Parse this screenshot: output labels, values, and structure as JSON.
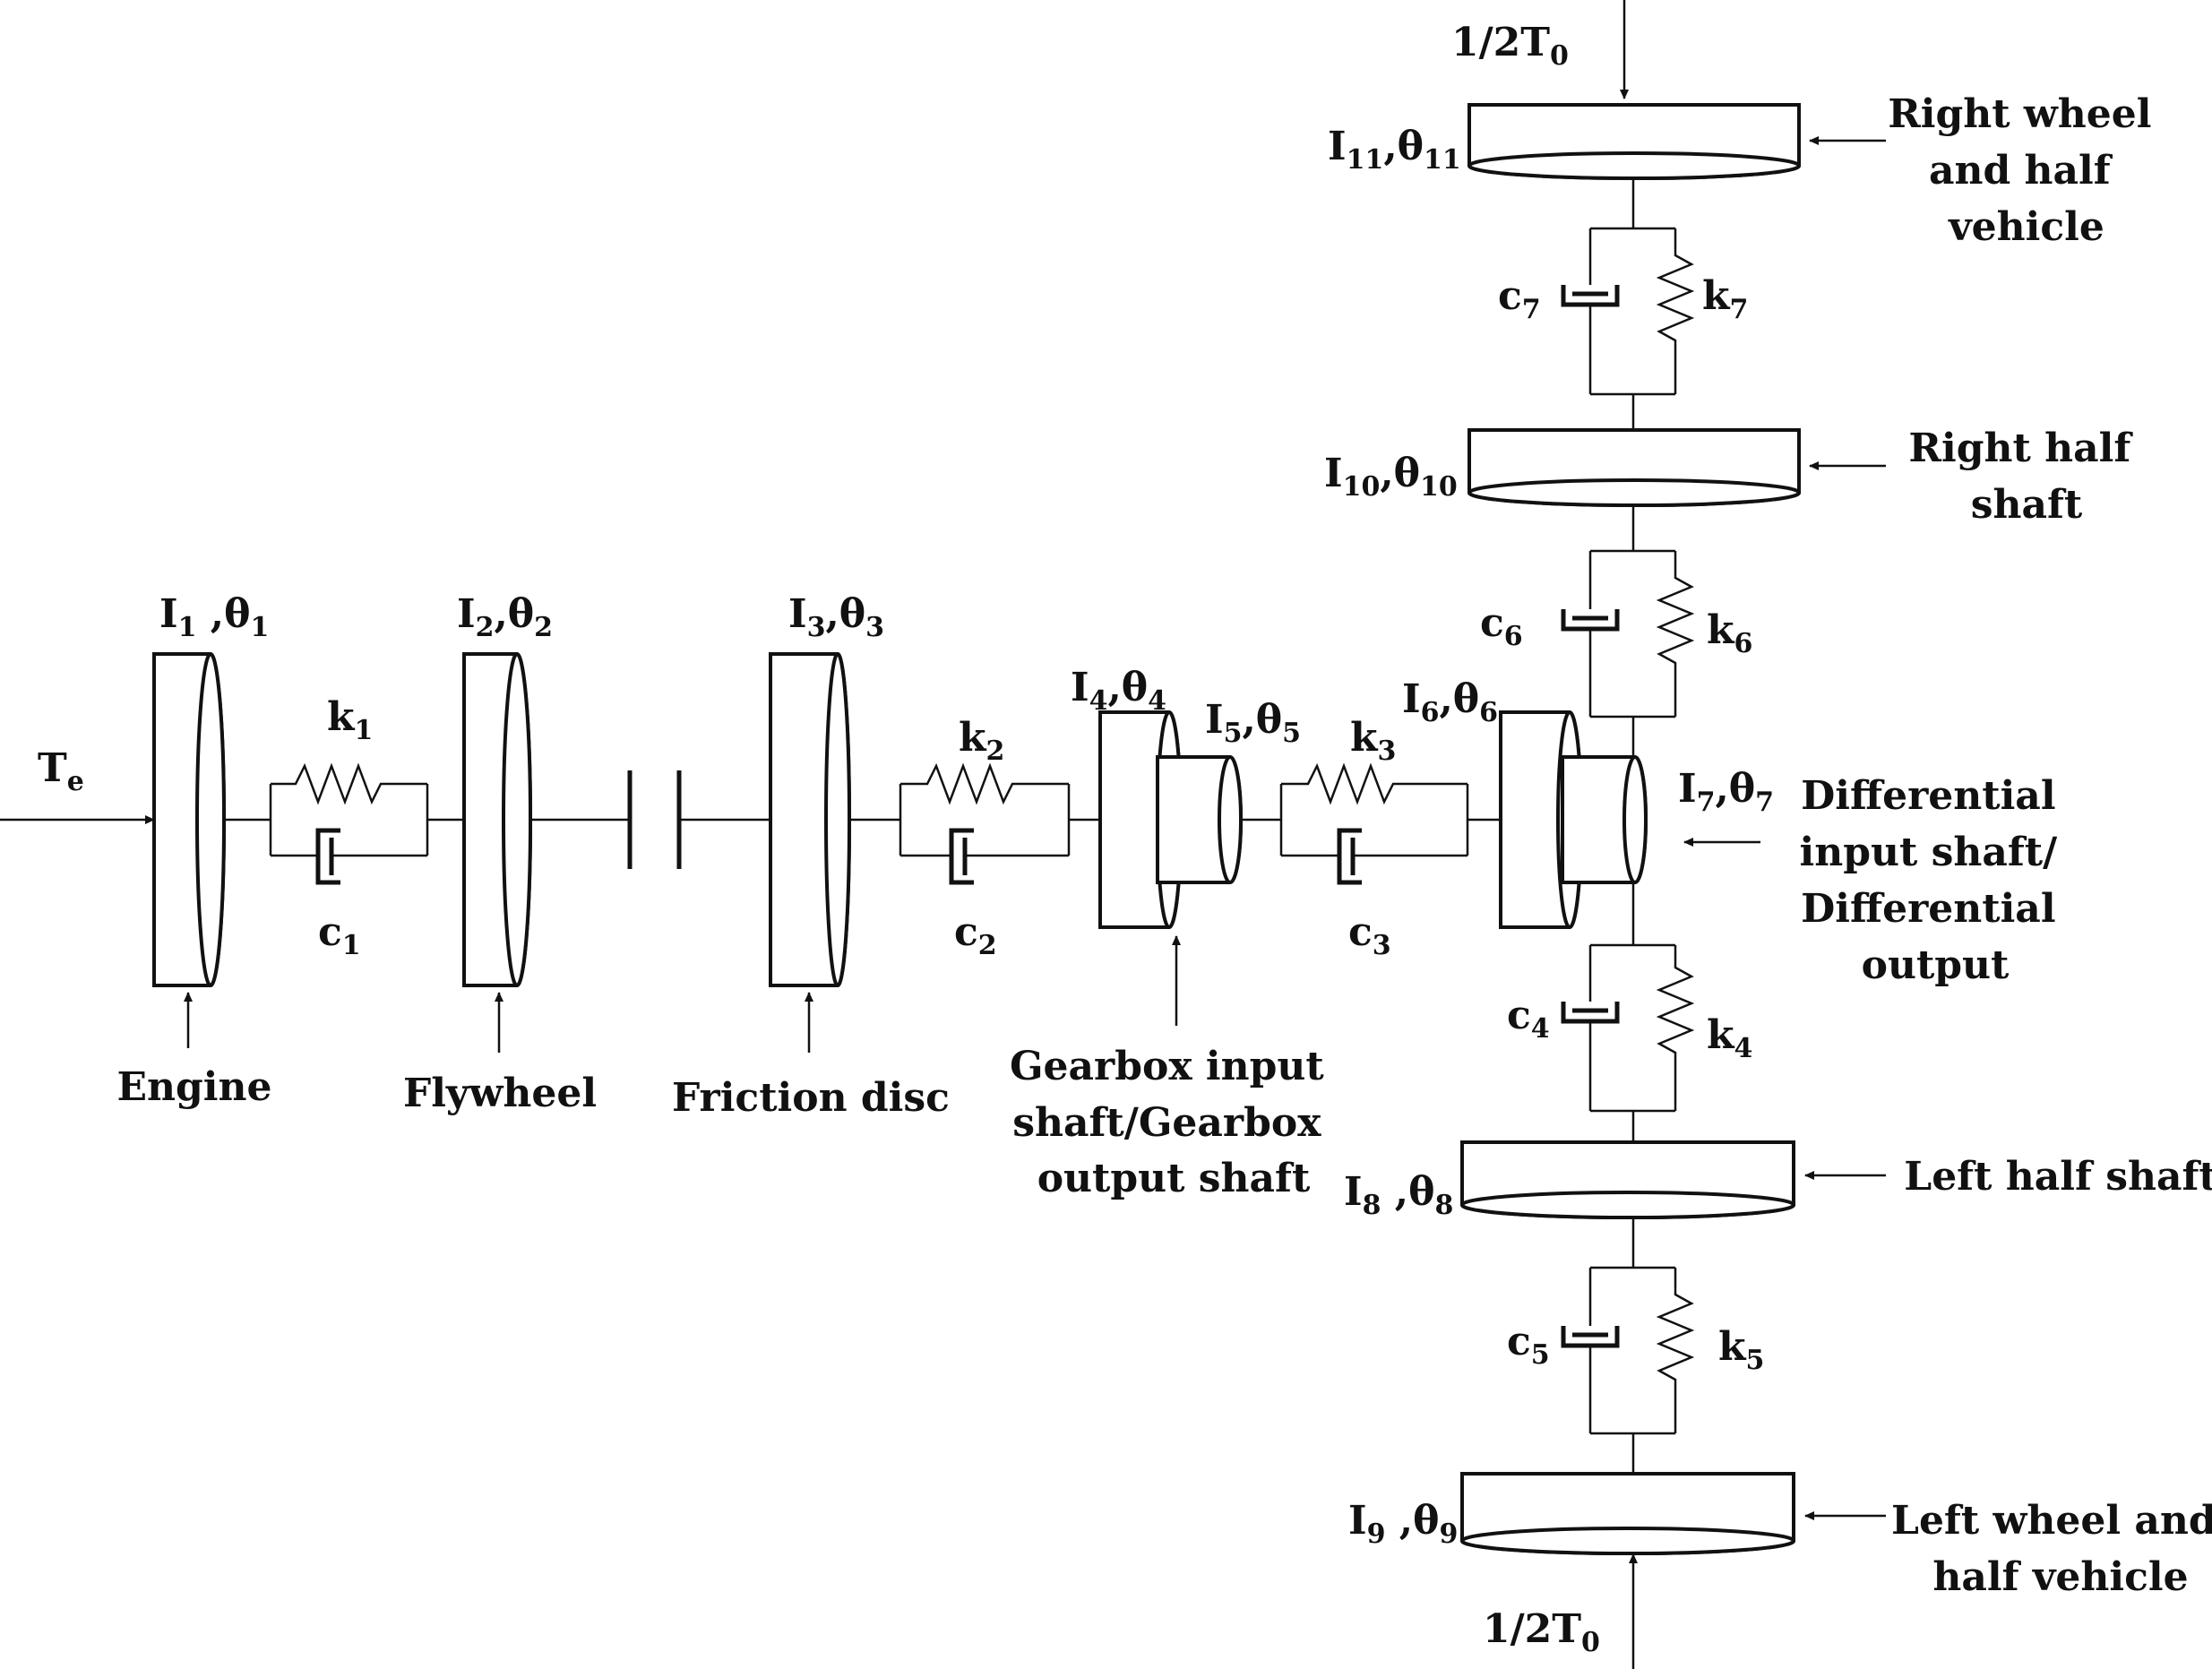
{
  "inputs": {
    "engine_torque": {
      "sym": "T",
      "sub": "e"
    },
    "top_load": {
      "pre": "1/2T",
      "sub": "0"
    },
    "bottom_load": {
      "pre": "1/2T",
      "sub": "0"
    }
  },
  "inertias": {
    "I1": {
      "a": "I",
      "as": "1",
      "b": " ,θ",
      "bs": "1"
    },
    "I2": {
      "a": "I",
      "as": "2",
      "b": ",θ",
      "bs": "2"
    },
    "I3": {
      "a": "I",
      "as": "3",
      "b": ",θ",
      "bs": "3"
    },
    "I4": {
      "a": "I",
      "as": "4",
      "b": ",θ",
      "bs": "4"
    },
    "I5": {
      "a": "I",
      "as": "5",
      "b": ",θ",
      "bs": "5"
    },
    "I6": {
      "a": "I",
      "as": "6",
      "b": ",θ",
      "bs": "6"
    },
    "I7": {
      "a": "I",
      "as": "7",
      "b": ",θ",
      "bs": "7"
    },
    "I8": {
      "a": "I",
      "as": "8",
      "b": " ,θ",
      "bs": "8"
    },
    "I9": {
      "a": "I",
      "as": "9",
      "b": " ,θ",
      "bs": "9"
    },
    "I10": {
      "a": "I",
      "as": "10",
      "b": ",θ",
      "bs": "10"
    },
    "I11": {
      "a": "I",
      "as": "11",
      "b": ",θ",
      "bs": "11"
    }
  },
  "springs": {
    "k1": {
      "s": "k",
      "n": "1"
    },
    "k2": {
      "s": "k",
      "n": "2"
    },
    "k3": {
      "s": "k",
      "n": "3"
    },
    "k4": {
      "s": "k",
      "n": "4"
    },
    "k5": {
      "s": "k",
      "n": "5"
    },
    "k6": {
      "s": "k",
      "n": "6"
    },
    "k7": {
      "s": "k",
      "n": "7"
    }
  },
  "dampers": {
    "c1": {
      "s": "c",
      "n": "1"
    },
    "c2": {
      "s": "c",
      "n": "2"
    },
    "c3": {
      "s": "c",
      "n": "3"
    },
    "c4": {
      "s": "c",
      "n": "4"
    },
    "c5": {
      "s": "c",
      "n": "5"
    },
    "c6": {
      "s": "c",
      "n": "6"
    },
    "c7": {
      "s": "c",
      "n": "7"
    }
  },
  "components": {
    "engine": "Engine",
    "flywheel": "Flywheel",
    "friction_disc": "Friction disc",
    "gearbox": [
      "Gearbox input",
      "shaft/Gearbox",
      "output shaft"
    ],
    "differential": [
      "Differential",
      "input shaft/",
      "Differential",
      "output"
    ],
    "right_wheel": [
      "Right wheel",
      "and half",
      "vehicle"
    ],
    "right_half_shaft": [
      "Right half",
      "shaft"
    ],
    "left_half_shaft": "Left half shaft",
    "left_wheel": [
      "Left wheel and",
      "half vehicle"
    ]
  }
}
